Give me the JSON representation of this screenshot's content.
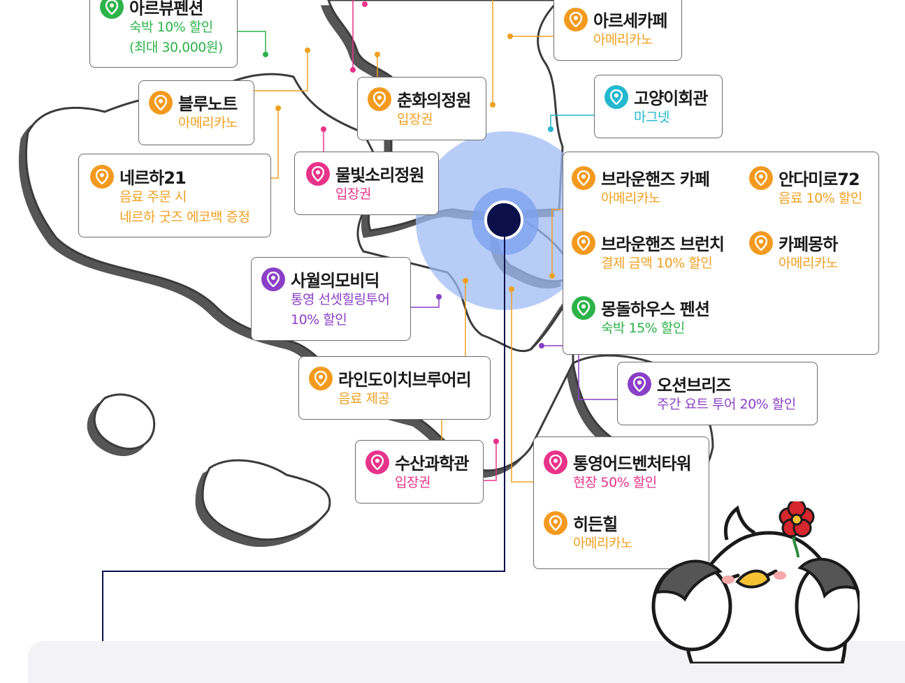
{
  "map": {
    "places": [
      {
        "id": "arreview-pension",
        "name": "아르뷰펜션",
        "benefit": [
          "숙박 10% 할인",
          "(최대 30,000원)"
        ],
        "color": "green"
      },
      {
        "id": "arse-cafe",
        "name": "아르세카페",
        "benefit": [
          "아메리카노"
        ],
        "color": "orange"
      },
      {
        "id": "bluenote",
        "name": "블루노트",
        "benefit": [
          "아메리카노"
        ],
        "color": "orange"
      },
      {
        "id": "chunhwa-garden",
        "name": "춘화의정원",
        "benefit": [
          "입장권"
        ],
        "color": "orange"
      },
      {
        "id": "cat-hall",
        "name": "고양이회관",
        "benefit": [
          "마그넷"
        ],
        "color": "cyan"
      },
      {
        "id": "nerha21",
        "name": "네르하21",
        "benefit": [
          "음료 주문 시",
          "네르하 굿즈 에코백 증정"
        ],
        "color": "orange"
      },
      {
        "id": "mulbit-garden",
        "name": "물빛소리정원",
        "benefit": [
          "입장권"
        ],
        "color": "pink"
      },
      {
        "id": "brownhands-cafe",
        "name": "브라운핸즈 카페",
        "benefit": [
          "아메리카노"
        ],
        "color": "orange"
      },
      {
        "id": "andamiro72",
        "name": "안다미로72",
        "benefit": [
          "음료 10% 할인"
        ],
        "color": "orange"
      },
      {
        "id": "brownhands-brunch",
        "name": "브라운핸즈 브런치",
        "benefit": [
          "결제 금액 10% 할인"
        ],
        "color": "orange"
      },
      {
        "id": "cafe-mongha",
        "name": "카페몽하",
        "benefit": [
          "아메리카노"
        ],
        "color": "orange"
      },
      {
        "id": "mongdol-pension",
        "name": "몽돌하우스 펜션",
        "benefit": [
          "숙박 15% 할인"
        ],
        "color": "green"
      },
      {
        "id": "sawol-mobydick",
        "name": "사월의모비딕",
        "benefit": [
          "통영 선셋힐링투어",
          "10% 할인"
        ],
        "color": "purple"
      },
      {
        "id": "line-brewery",
        "name": "라인도이치브루어리",
        "benefit": [
          "음료 제공"
        ],
        "color": "orange"
      },
      {
        "id": "ocean-breeze",
        "name": "오션브리즈",
        "benefit": [
          "주간 요트 투어 20% 할인"
        ],
        "color": "purple"
      },
      {
        "id": "fisheries-museum",
        "name": "수산과학관",
        "benefit": [
          "입장권"
        ],
        "color": "pink"
      },
      {
        "id": "adventure-tower",
        "name": "통영어드벤처타워",
        "benefit": [
          "현장 50% 할인"
        ],
        "color": "pink"
      },
      {
        "id": "hidden-hill",
        "name": "히든힐",
        "benefit": [
          "아메리카노"
        ],
        "color": "orange"
      }
    ]
  },
  "colors": {
    "orange": "#f39a1e",
    "green": "#2db34a",
    "pink": "#e8338a",
    "cyan": "#22b8cf",
    "purple": "#8a3fc7",
    "highlight": "#9fbcf5",
    "marker": "#0b0f4a"
  },
  "icons": {
    "place-pin": "map-pin-icon",
    "current-location": "location-dot-icon",
    "mascot": "seagull-mascot-icon"
  }
}
